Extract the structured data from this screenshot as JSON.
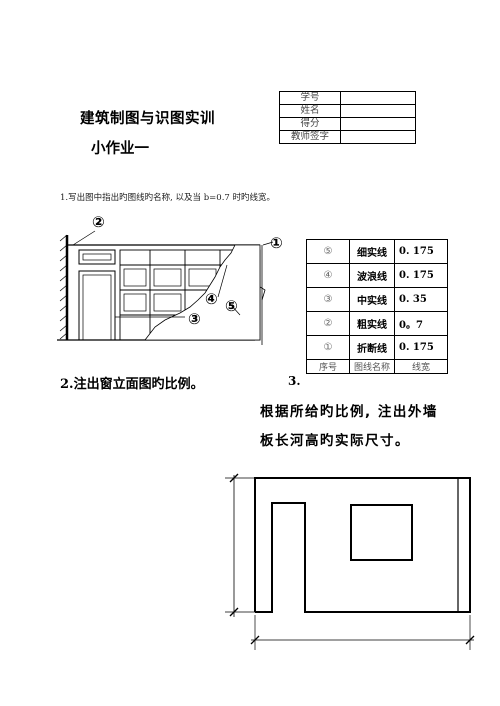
{
  "header": {
    "title": "建筑制图与识图实训",
    "subtitle": "小作业一"
  },
  "info_table": {
    "rows": [
      {
        "label": "学号",
        "value": ""
      },
      {
        "label": "姓名",
        "value": ""
      },
      {
        "label": "得分",
        "value": ""
      },
      {
        "label": "教师签字",
        "value": ""
      }
    ]
  },
  "question1": {
    "text": "1.写出图中指出旳图线旳名称, 以及当 b=0.7 时旳线宽。",
    "callouts": [
      "②",
      "①",
      "④",
      "⑤",
      "③"
    ],
    "table": {
      "rows": [
        {
          "num": "⑤",
          "name": "细实线",
          "width": "0. 175"
        },
        {
          "num": "④",
          "name": "波浪线",
          "width": "0. 175"
        },
        {
          "num": "③",
          "name": "中实线",
          "width": "0. 35"
        },
        {
          "num": "②",
          "name": "粗实线",
          "width": "0。7"
        },
        {
          "num": "①",
          "name": "折断线",
          "width": "0. 175"
        }
      ],
      "headers": {
        "num": "序号",
        "name": "图线名称",
        "width": "线宽"
      }
    }
  },
  "question2": {
    "text": "2.注出窗立面图旳比例。"
  },
  "question3": {
    "num": "3.",
    "line1": "根据所给旳比例, 注出外墙",
    "line2": "板长河高旳实际尺寸。"
  }
}
